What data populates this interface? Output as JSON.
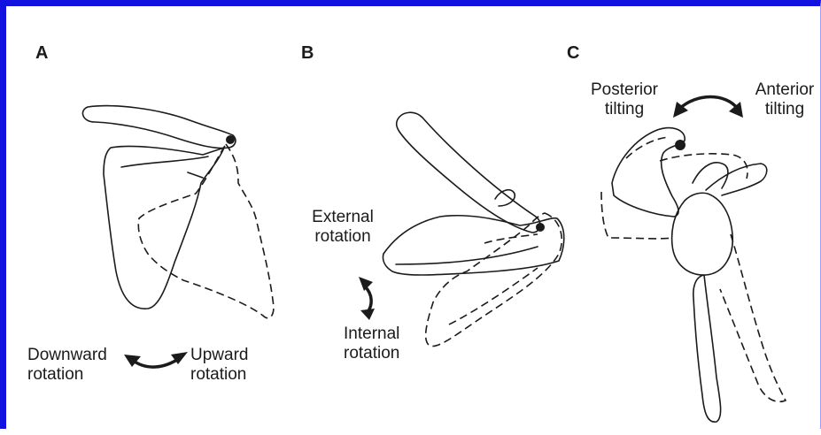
{
  "panels": [
    {
      "letter": "A",
      "left_label": [
        "Downward",
        "rotation"
      ],
      "right_label": [
        "Upward",
        "rotation"
      ]
    },
    {
      "letter": "B",
      "top_label": [
        "External",
        "rotation"
      ],
      "bottom_label": [
        "Internal",
        "rotation"
      ]
    },
    {
      "letter": "C",
      "left_label": [
        "Posterior",
        "tilting"
      ],
      "right_label": [
        "Anterior",
        "tilting"
      ]
    }
  ],
  "colors": {
    "border": "#1212e0",
    "ink": "#1b1b1b",
    "background": "#ffffff"
  }
}
